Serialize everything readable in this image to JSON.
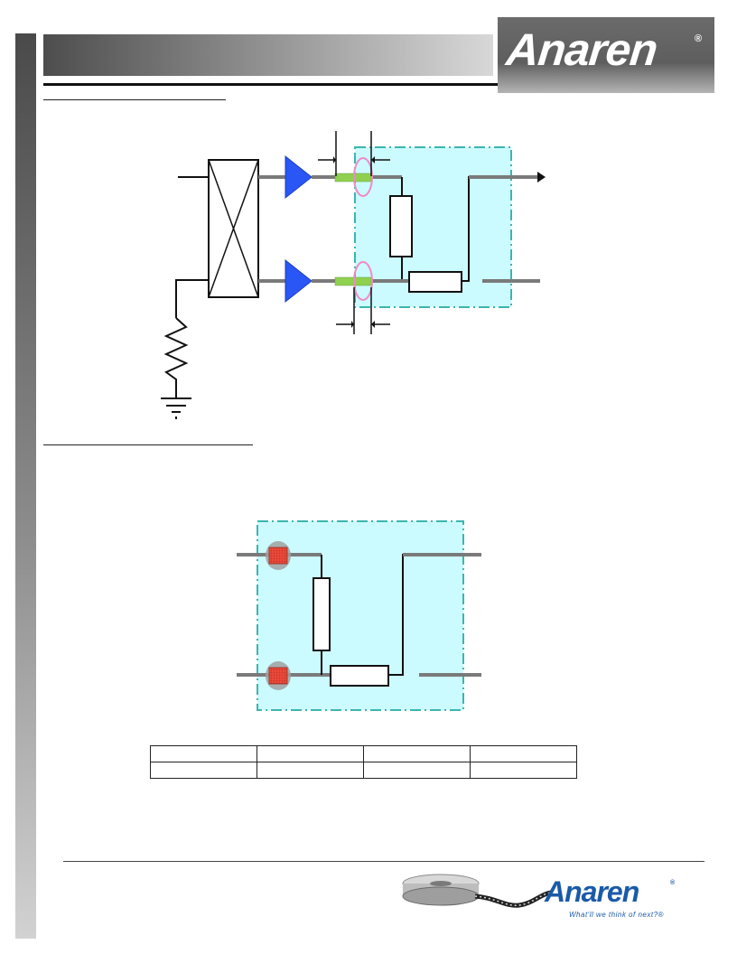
{
  "header": {
    "logo_text": "Anaren",
    "logo_reg": "®"
  },
  "footer": {
    "brand": "Anaren",
    "reg": "®",
    "tagline": "What'll we think of next?®"
  },
  "table": {
    "rows": [
      [
        "",
        "",
        "",
        ""
      ],
      [
        "",
        "",
        "",
        ""
      ]
    ]
  },
  "colors": {
    "amplifier": "#2a56f5",
    "matching_region": "#ccfbff",
    "matching_border": "#3cb5b0",
    "transmission_line": "#7a7a7a",
    "connector_highlight": "#8fd14f",
    "ring": "#f08ac8",
    "pad_red": "#ec4a3a",
    "pad_grey": "#a0a0a0",
    "brand_blue": "#1a5aa8"
  }
}
